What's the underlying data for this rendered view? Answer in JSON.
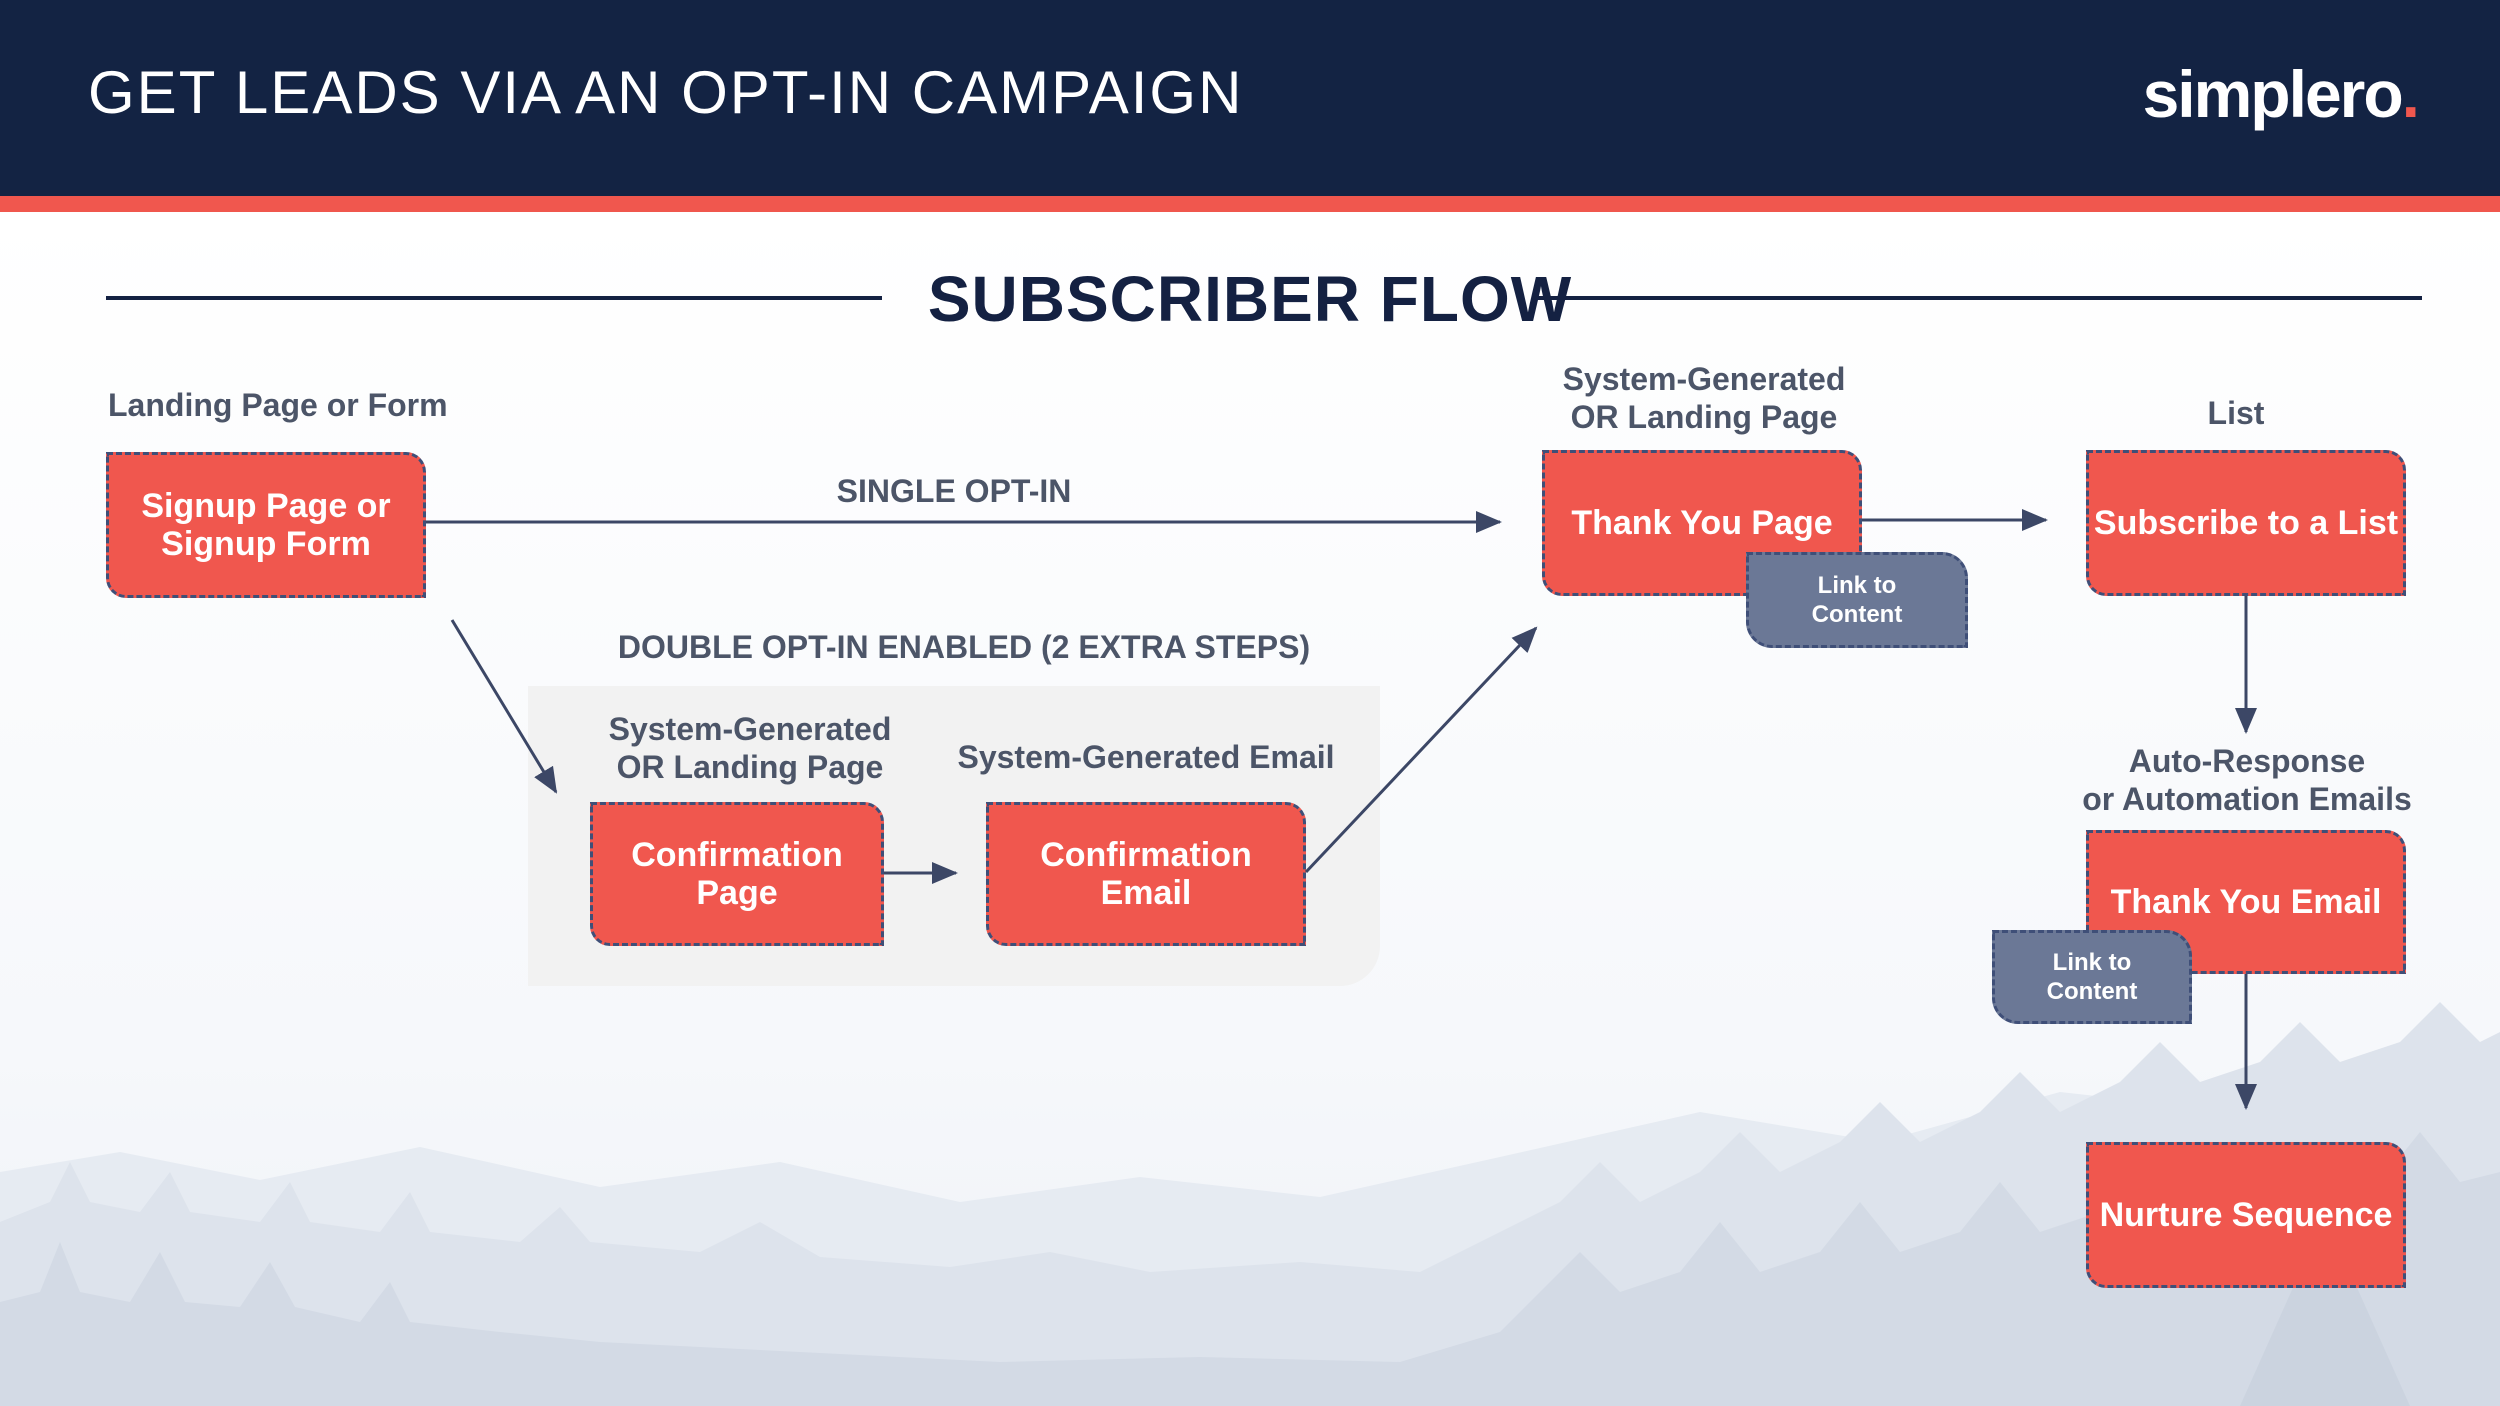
{
  "header": {
    "title": "GET LEADS VIA AN OPT-IN CAMPAIGN",
    "logo_text": "simplero",
    "logo_dot": "."
  },
  "diagram": {
    "title": "SUBSCRIBER FLOW",
    "labels": {
      "landing": "Landing Page or Form",
      "single_optin": "SINGLE OPT-IN",
      "double_optin": "DOUBLE OPT-IN ENABLED (2 EXTRA STEPS)",
      "sys_gen_landing_1": "System-Generated\nOR Landing Page",
      "sys_gen_email": "System-Generated Email",
      "sys_gen_landing_2": "System-Generated\nOR Landing Page",
      "list": "List",
      "auto_response": "Auto-Response\nor Automation Emails"
    },
    "boxes": {
      "signup": "Signup Page or\nSignup Form",
      "confirmation_page": "Confirmation\nPage",
      "confirmation_email": "Confirmation\nEmail",
      "thank_you_page": "Thank You Page",
      "subscribe_list": "Subscribe to a List",
      "thank_you_email": "Thank You Email",
      "nurture": "Nurture Sequence"
    },
    "chips": {
      "link_content_1": "Link to\nContent",
      "link_content_2": "Link to\nContent"
    }
  },
  "colors": {
    "navy": "#132343",
    "coral": "#f0574e",
    "slate": "#6b7896",
    "text_gray": "#4c5568"
  }
}
